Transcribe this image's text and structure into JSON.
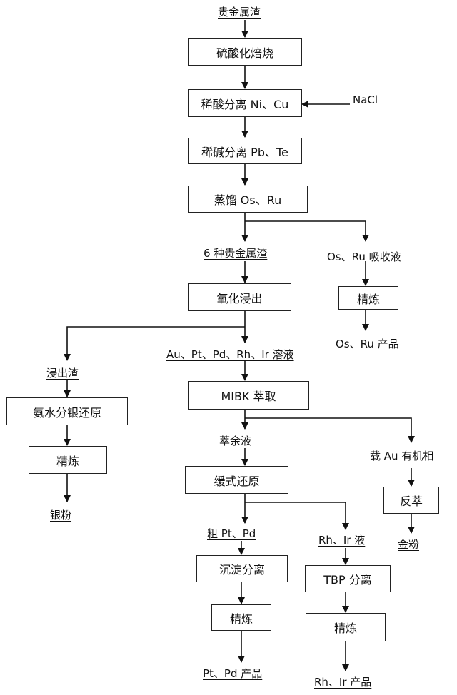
{
  "nodes": {
    "start": "贵金属渣",
    "roast": "硫酸化焙烧",
    "acid_sep": "稀酸分离 Ni、Cu",
    "nacl": "NaCl",
    "alkali_sep": "稀碱分离 Pb、Te",
    "distill": "蒸馏 Os、Ru",
    "six_pgm": "6 种贵金属渣",
    "os_ru_abs": "Os、Ru 吸收液",
    "refine_osru": "精炼",
    "osru_product": "Os、Ru 产品",
    "ox_leach": "氧化浸出",
    "leach_residue": "浸出渣",
    "solution": "Au、Pt、Pd、Rh、Ir 溶液",
    "ammonia": "氨水分银还原",
    "refine_ag": "精炼",
    "silver": "银粉",
    "mibk": "MIBK 萃取",
    "raffinate": "萃余液",
    "au_organic": "载 Au 有机相",
    "strip": "反萃",
    "gold": "金粉",
    "slow_reduce": "缓式还原",
    "crude_ptpd": "粗 Pt、Pd",
    "rh_ir_sol": "Rh、Ir 液",
    "precip": "沉淀分离",
    "tbp": "TBP 分离",
    "refine_ptpd": "精炼",
    "refine_rhir": "精炼",
    "ptpd_product": "Pt、Pd 产品",
    "rhir_product": "Rh、Ir 产品"
  }
}
